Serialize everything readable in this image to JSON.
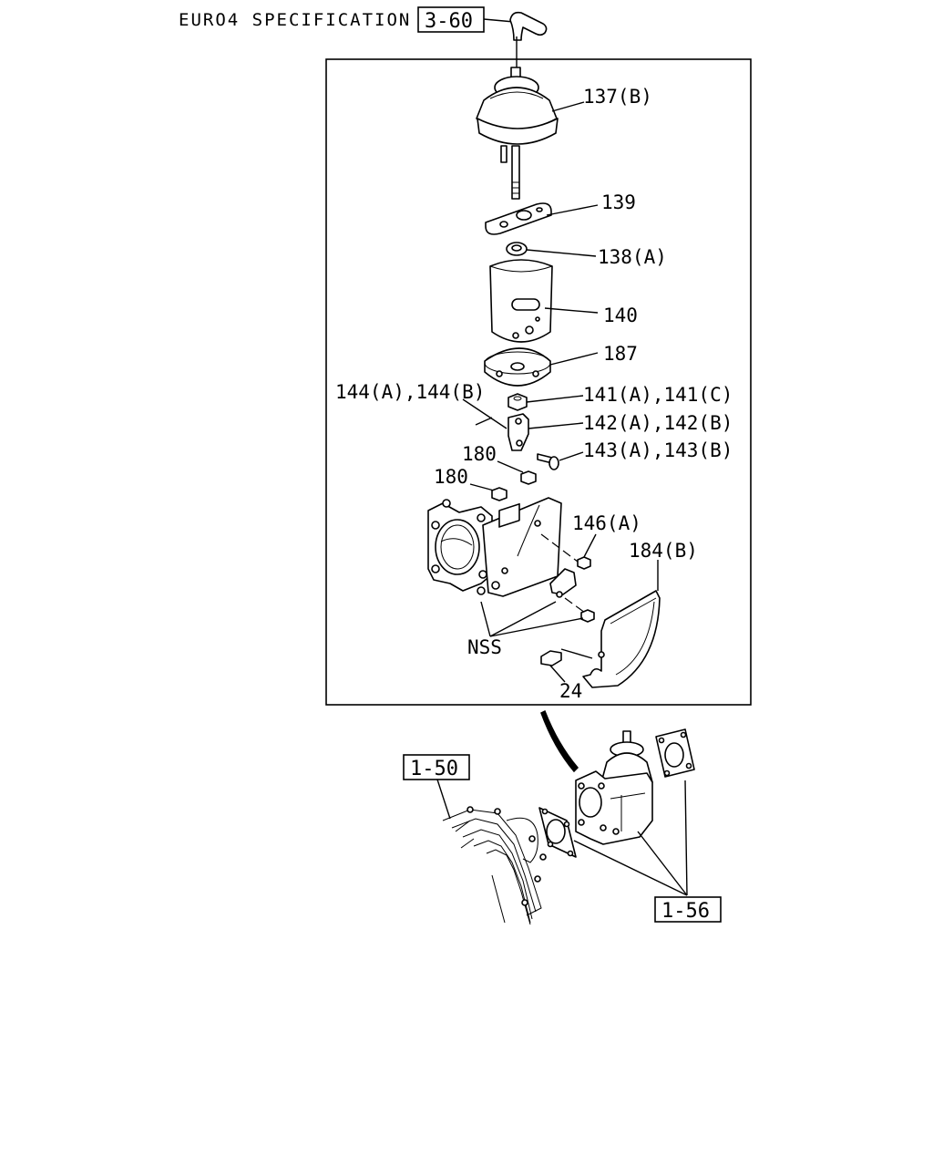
{
  "header": {
    "spec_text": "EURO4 SPECIFICATION"
  },
  "refs": {
    "top": "3-60",
    "left": "1-50",
    "bottom": "1-56"
  },
  "labels": {
    "p137b": "137(B)",
    "p139": "139",
    "p138a": "138(A)",
    "p140": "140",
    "p187": "187",
    "p144": "144(A),144(B)",
    "p141": "141(A),141(C)",
    "p142": "142(A),142(B)",
    "p143": "143(A),143(B)",
    "p180a": "180",
    "p180b": "180",
    "p146a": "146(A)",
    "p184b": "184(B)",
    "nss": "NSS",
    "p24": "24"
  }
}
